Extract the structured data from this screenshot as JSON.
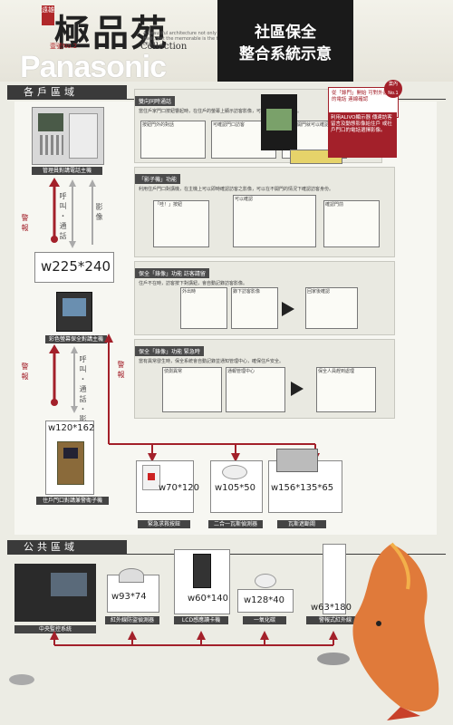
{
  "header": {
    "brand": "極品苑",
    "seal": "遠雄",
    "issue": "壹號No.2",
    "collection": "Collection",
    "tagline": "A beautiful architecture not only splendor itself, but the memorable is the theme of city.",
    "maker": "Panasonic",
    "title_line1": "社區保全",
    "title_line2": "整合系統示意"
  },
  "sections": {
    "household": "各戶區域",
    "public": "公共區域"
  },
  "household": {
    "intercom_caption": "管理員對講電話主機",
    "arrow_labels": {
      "alarm1": "警報",
      "call1": "呼叫・通話",
      "video1": "影像",
      "alarm2": "警報",
      "call2": "呼叫・通話・影像",
      "alarm3": "警報"
    },
    "monitor_size": "w225*240",
    "monitor_caption": "彩色螢幕保全對講主機",
    "door_size": "w120*162",
    "door_caption": "住戶門口對講兼警衛子機",
    "sensors": [
      {
        "size": "w70*120",
        "caption": "緊急求救按鈕"
      },
      {
        "size": "w105*50",
        "caption": "二合一瓦斯偵測器"
      },
      {
        "size": "w156*135*65",
        "caption": "瓦斯遮斷閥"
      }
    ]
  },
  "insets": {
    "badge": "案內 No.1",
    "red_text": "利用ALIVO顯示器 傳達訪客留言及動態影像給住戶 或社戶門口的電話選擇影像。",
    "top_note": "從「錄門」開始 可對外通訊的電話 連線確認",
    "inset1_title": "雙向同時通話",
    "inset1_text": "當住戶家門口按鈕響起時，在住戶的螢幕上顯示訪客影像，可在客廳與訪客對話。",
    "inset1_scenes": [
      "按鈕門外的對話",
      "可確認門口訪客",
      "不需要開門就可以確認訪客"
    ],
    "inset2_title": "「影子機」功能",
    "inset2_text": "利用住戶門口對講機，在主機上可以即時確認訪客之影像，可以在不開門的情況下確認訪客身份。",
    "inset2_scenes": [
      "「哇！」按鈕",
      "可以確認",
      "確認門前"
    ],
    "inset3_title": "保全「錄像」功能 訪客請留",
    "inset3_text": "住戶不在時，訪客按下對講鈕，會自動記錄訪客影像。",
    "inset3_notes": [
      "外出時",
      "錄下訪客影像",
      "回家後確認"
    ],
    "inset4_title": "保全「錄像」功能 緊急時",
    "inset4_text": "當有異常發生時，保全系統會自動記錄並通知管理中心，確保住戶安全。",
    "inset4_notes": [
      "偵測異常",
      "通報管理中心",
      "保全人員趕到處理"
    ]
  },
  "public": {
    "devices": [
      {
        "size": "",
        "caption": "中央監控系統"
      },
      {
        "size": "w93*74",
        "caption": "紅外線防盜偵測器"
      },
      {
        "size": "w60*140",
        "caption": "LCD感應讀卡機"
      },
      {
        "size": "w128*40",
        "caption": "一氧化碳"
      },
      {
        "size": "w63*180",
        "caption": "警報式紅外線"
      }
    ]
  }
}
